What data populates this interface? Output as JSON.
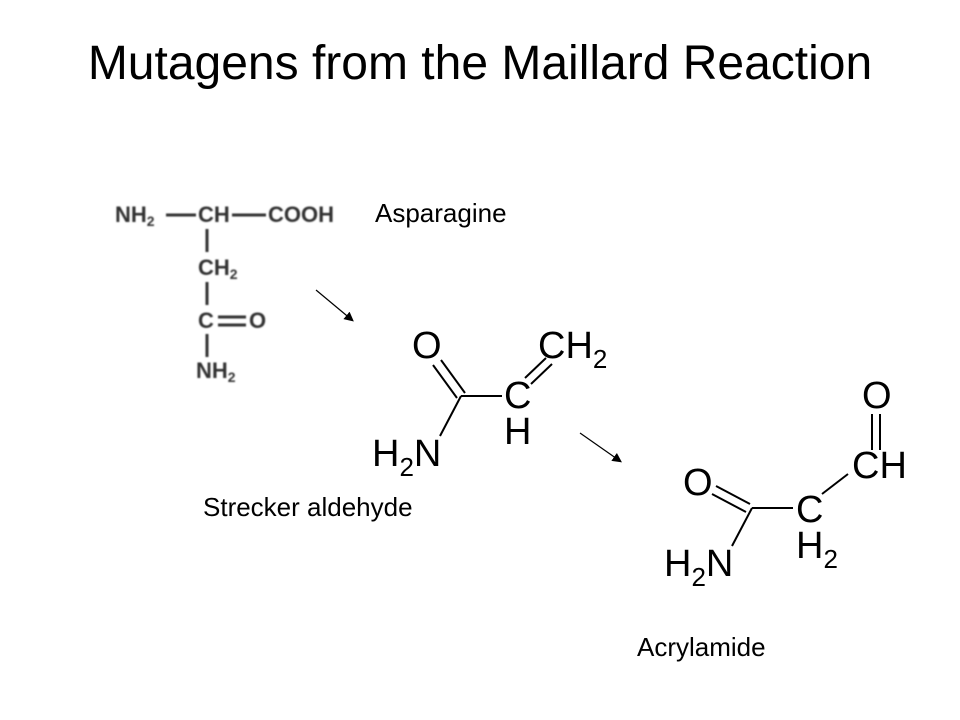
{
  "slide": {
    "title": "Mutagens from the Maillard Reaction",
    "label_asparagine": "Asparagine",
    "label_strecker": "Strecker aldehyde",
    "label_acrylamide": "Acrylamide"
  },
  "asparagine": {
    "nh2": "NH",
    "sub2": "2",
    "ch": "CH",
    "cooh": "COOH",
    "ch2": "CH",
    "ch2_sub": "2",
    "c": "C",
    "o": "O",
    "nh2_bottom": "NH",
    "nh2_bottom_sub": "2"
  },
  "acrylamide_struct": {
    "o": "O",
    "ch2": "CH",
    "ch2_sub": "2",
    "c": "C",
    "h": "H",
    "h2n_h": "H",
    "h2n_sub": "2",
    "h2n_n": "N"
  },
  "aldehyde_struct": {
    "o_top": "O",
    "ch": "CH",
    "o_left": "O",
    "c": "C",
    "h2": "H",
    "h2_sub": "2",
    "h2n_h": "H",
    "h2n_sub": "2",
    "h2n_n": "N"
  },
  "colors": {
    "text": "#000000",
    "background": "#ffffff",
    "blurred": "#333333"
  }
}
